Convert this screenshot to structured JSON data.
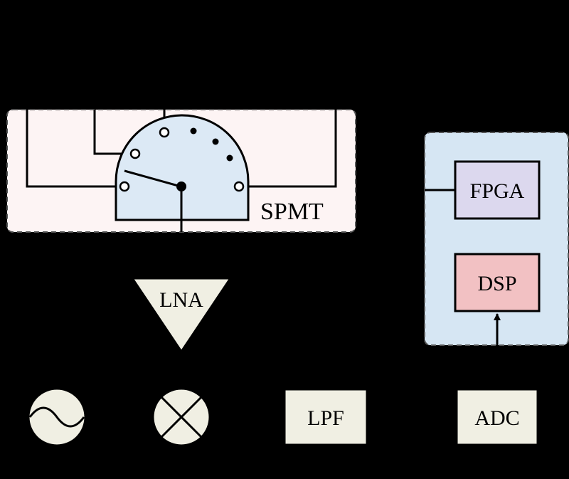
{
  "colors": {
    "background": "#000000",
    "spmt_panel": "#fdf4f4",
    "switch_body": "#dce9f5",
    "processing_panel": "#d6e6f3",
    "fpga_fill": "#dcd8ee",
    "dsp_fill": "#f2c1c3",
    "block_fill": "#f0efe3",
    "stroke": "#000000"
  },
  "spmt": {
    "label": "SPMT"
  },
  "lna": {
    "label": "LNA"
  },
  "lpf": {
    "label": "LPF"
  },
  "adc": {
    "label": "ADC"
  },
  "fpga": {
    "label": "FPGA"
  },
  "dsp": {
    "label": "DSP"
  },
  "oscillator": {
    "icon": "sine-wave-icon"
  },
  "mixer": {
    "icon": "cross-circle-icon"
  }
}
